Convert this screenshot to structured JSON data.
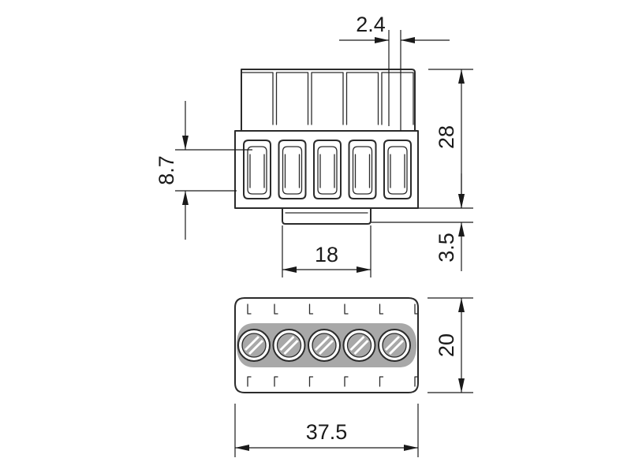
{
  "dimensions": {
    "pin_pitch": "2.4",
    "height_body": "28",
    "clamp_height": "8.7",
    "base_width": "18",
    "base_height": "3.5",
    "depth": "20",
    "total_width": "37.5"
  },
  "colors": {
    "line": "#2b2b2b",
    "gray_fill": "#a8a8a8",
    "background": "#ffffff"
  },
  "pole_count": 5
}
